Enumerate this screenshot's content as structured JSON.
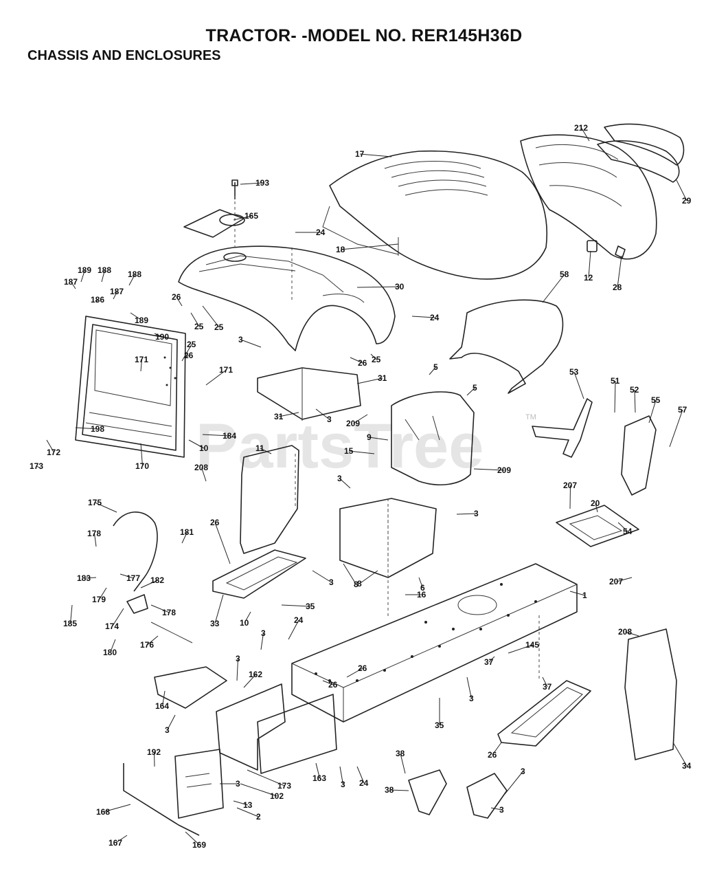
{
  "header": {
    "title": "TRACTOR- -MODEL NO. RER145H36D",
    "section": "CHASSIS AND ENCLOSURES"
  },
  "watermark": {
    "text": "PartsTree",
    "trademark": "TM"
  },
  "callouts": [
    "193",
    "165",
    "24",
    "17",
    "18",
    "212",
    "29",
    "12",
    "28",
    "30",
    "58",
    "189",
    "188",
    "187",
    "186",
    "187",
    "188",
    "189",
    "190",
    "26",
    "25",
    "25",
    "24",
    "3",
    "26",
    "25",
    "31",
    "31",
    "3",
    "171",
    "26",
    "25",
    "171",
    "184",
    "10",
    "170",
    "172",
    "173",
    "198",
    "5",
    "5",
    "209",
    "9",
    "15",
    "209",
    "53",
    "51",
    "52",
    "55",
    "57",
    "11",
    "208",
    "175",
    "178",
    "183",
    "181",
    "177",
    "179",
    "182",
    "178",
    "185",
    "174",
    "180",
    "176",
    "26",
    "33",
    "35",
    "10",
    "3",
    "3",
    "8",
    "6",
    "8",
    "16",
    "3",
    "207",
    "20",
    "54",
    "207",
    "1",
    "3",
    "24",
    "26",
    "26",
    "145",
    "37",
    "37",
    "3",
    "35",
    "164",
    "162",
    "3",
    "3",
    "163",
    "173",
    "102",
    "3",
    "24",
    "3",
    "38",
    "38",
    "3",
    "3",
    "192",
    "168",
    "167",
    "169",
    "2",
    "13",
    "208",
    "34",
    "26"
  ]
}
